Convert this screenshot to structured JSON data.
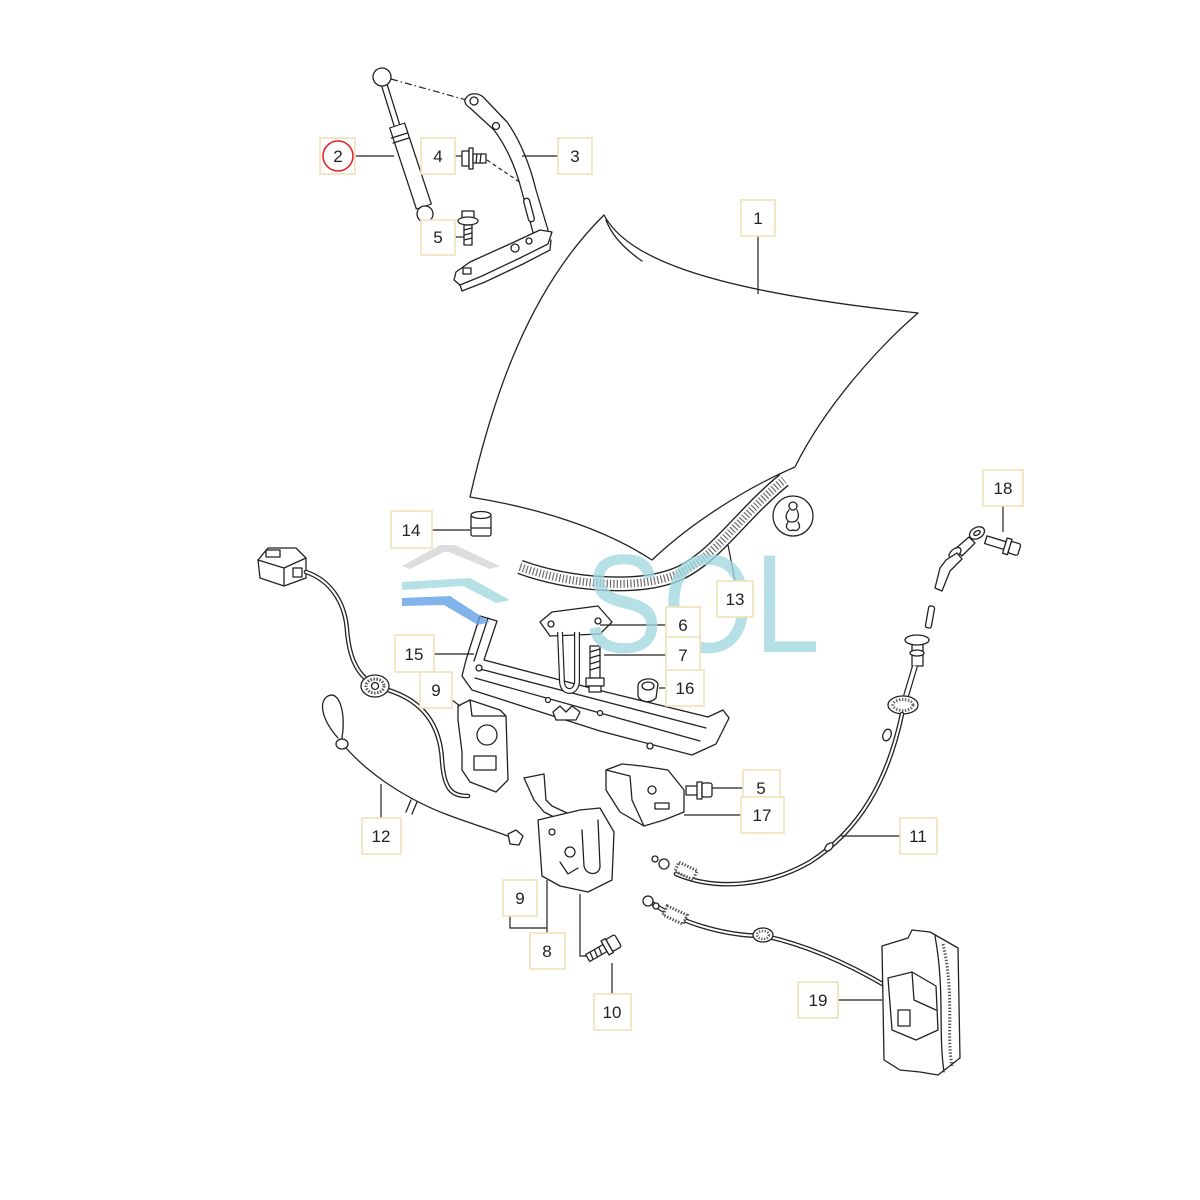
{
  "callouts": [
    {
      "label": "1"
    },
    {
      "label": "2",
      "highlighted": true
    },
    {
      "label": "3"
    },
    {
      "label": "4"
    },
    {
      "label": "5"
    },
    {
      "label": "14"
    },
    {
      "label": "18"
    },
    {
      "label": "13"
    },
    {
      "label": "6"
    },
    {
      "label": "7"
    },
    {
      "label": "15"
    },
    {
      "label": "16"
    },
    {
      "label": "9"
    },
    {
      "label": "5"
    },
    {
      "label": "17"
    },
    {
      "label": "11"
    },
    {
      "label": "12"
    },
    {
      "label": "9"
    },
    {
      "label": "8"
    },
    {
      "label": "10"
    },
    {
      "label": "19"
    }
  ],
  "watermark": {
    "text": "SOL"
  },
  "icons": [
    "sealant-symbol-icon"
  ],
  "colors": {
    "line": "#222222",
    "callout_border": "#efe1b8",
    "highlight_ring": "#e0262b",
    "watermark_cyan": "#9fd8e0",
    "watermark_blue": "#5f9fe6",
    "watermark_gray": "#d4d4d4"
  }
}
